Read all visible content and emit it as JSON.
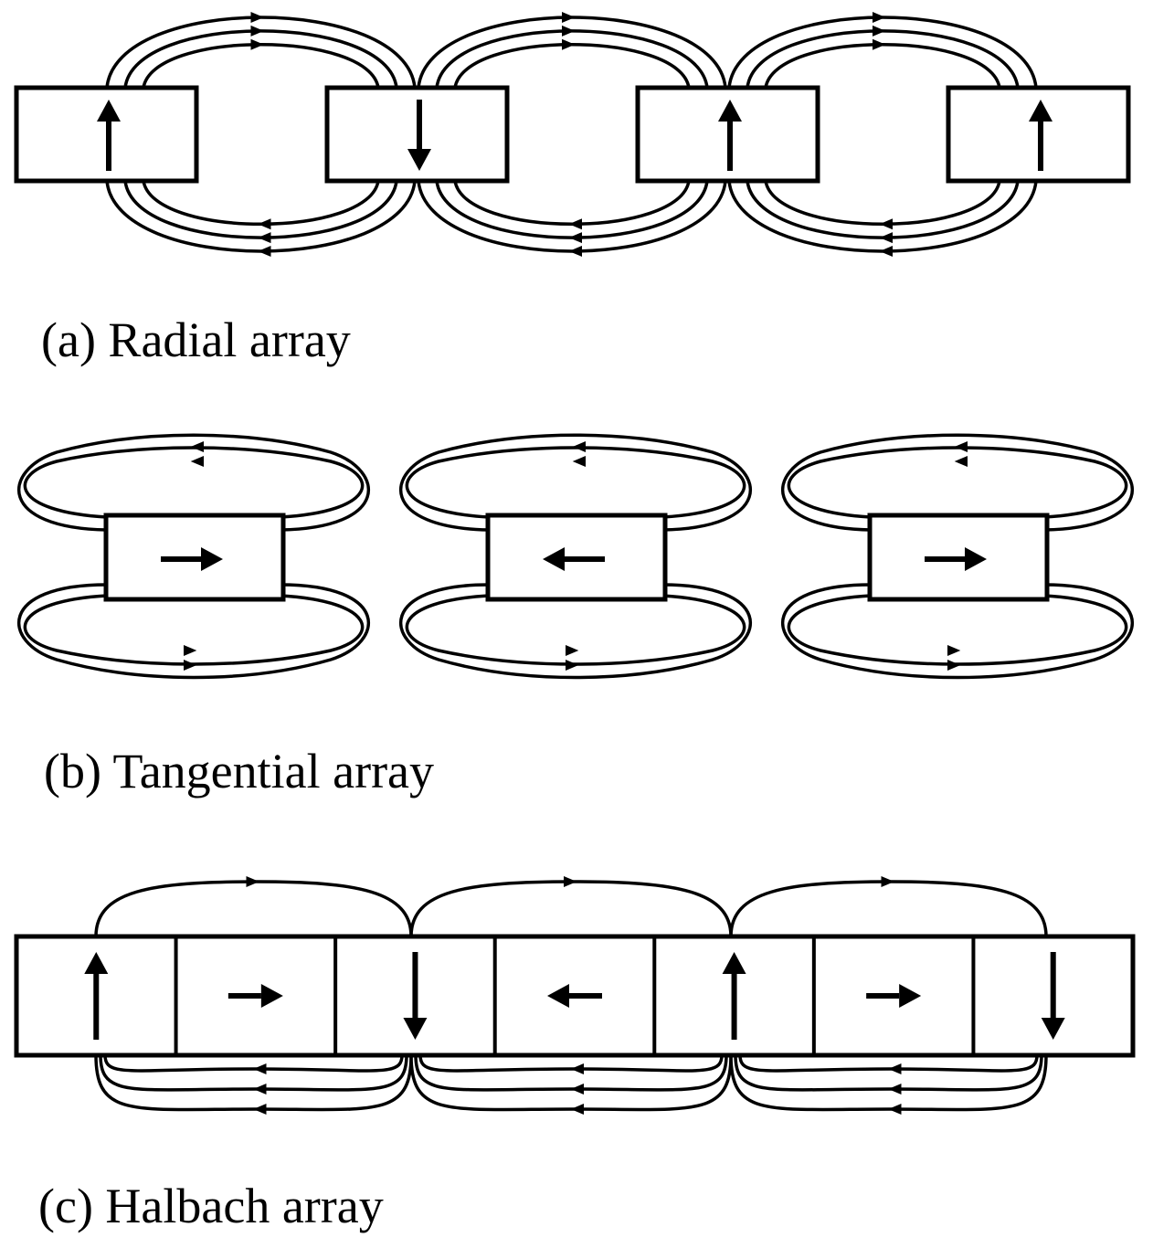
{
  "panels": {
    "radial": {
      "caption": "(a) Radial array",
      "magnetization": [
        "up",
        "down",
        "up",
        "up"
      ]
    },
    "tangential": {
      "caption": "(b) Tangential array",
      "magnetization": [
        "right",
        "left",
        "right"
      ]
    },
    "halbach": {
      "caption": "(c) Halbach array",
      "magnetization": [
        "up",
        "right",
        "down",
        "left",
        "up",
        "right",
        "down"
      ]
    }
  }
}
